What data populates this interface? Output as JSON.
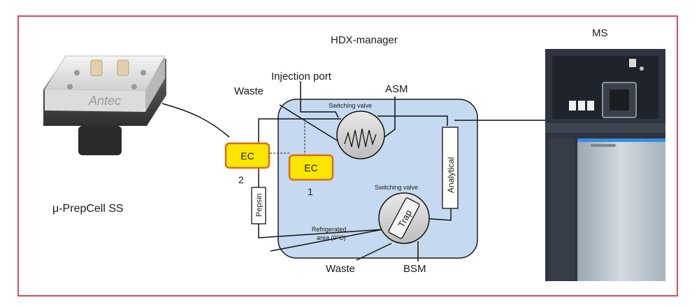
{
  "title": "HDX-manager",
  "ms_label": "MS",
  "device_label": "μ-PrepCell SS",
  "device_brand": "Antec",
  "labels": {
    "injection_port": "Injection port",
    "waste_top": "Waste",
    "asm": "ASM",
    "switching_valve_top": "Switching valve",
    "switching_valve_bottom": "Switching valve",
    "analytical": "Analytical",
    "pepsin": "Pepsin",
    "trap": "Trap",
    "refrigerated_line1": "Refrigerated",
    "refrigerated_line2": "area (0°C)",
    "waste_bottom": "Waste",
    "bsm": "BSM",
    "ec_left": "EC",
    "ec_right": "EC",
    "num_2": "2",
    "num_1": "1"
  },
  "colors": {
    "frame": "#d94a5f",
    "refrigerated_area": "#c5daf0",
    "ec_fill": "#fbe600",
    "ec_border": "#e06a1a",
    "ms_body": "#2e3440",
    "ms_panel": "#b9c3cc"
  }
}
